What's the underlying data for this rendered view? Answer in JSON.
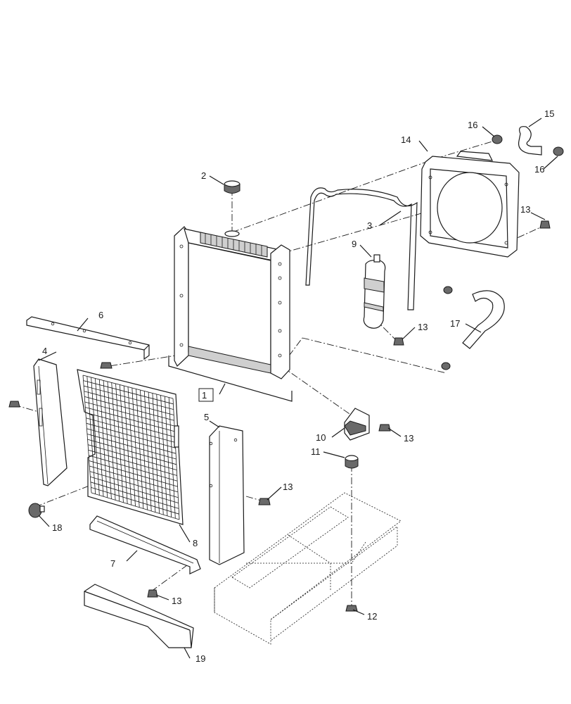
{
  "diagram": {
    "callouts": [
      {
        "id": "c1",
        "text": "1"
      },
      {
        "id": "c2",
        "text": "2"
      },
      {
        "id": "c3",
        "text": "3"
      },
      {
        "id": "c4",
        "text": "4"
      },
      {
        "id": "c5",
        "text": "5"
      },
      {
        "id": "c6",
        "text": "6"
      },
      {
        "id": "c7",
        "text": "7"
      },
      {
        "id": "c8",
        "text": "8"
      },
      {
        "id": "c9",
        "text": "9"
      },
      {
        "id": "c10",
        "text": "10"
      },
      {
        "id": "c11",
        "text": "11"
      },
      {
        "id": "c12",
        "text": "12"
      },
      {
        "id": "c13a",
        "text": "13"
      },
      {
        "id": "c13b",
        "text": "13"
      },
      {
        "id": "c13c",
        "text": "13"
      },
      {
        "id": "c13d",
        "text": "13"
      },
      {
        "id": "c13e",
        "text": "13"
      },
      {
        "id": "c14",
        "text": "14"
      },
      {
        "id": "c15",
        "text": "15"
      },
      {
        "id": "c16a",
        "text": "16"
      },
      {
        "id": "c16b",
        "text": "16"
      },
      {
        "id": "c17",
        "text": "17"
      },
      {
        "id": "c18",
        "text": "18"
      },
      {
        "id": "c19",
        "text": "19"
      }
    ],
    "line_color": "#1a1a1a"
  }
}
